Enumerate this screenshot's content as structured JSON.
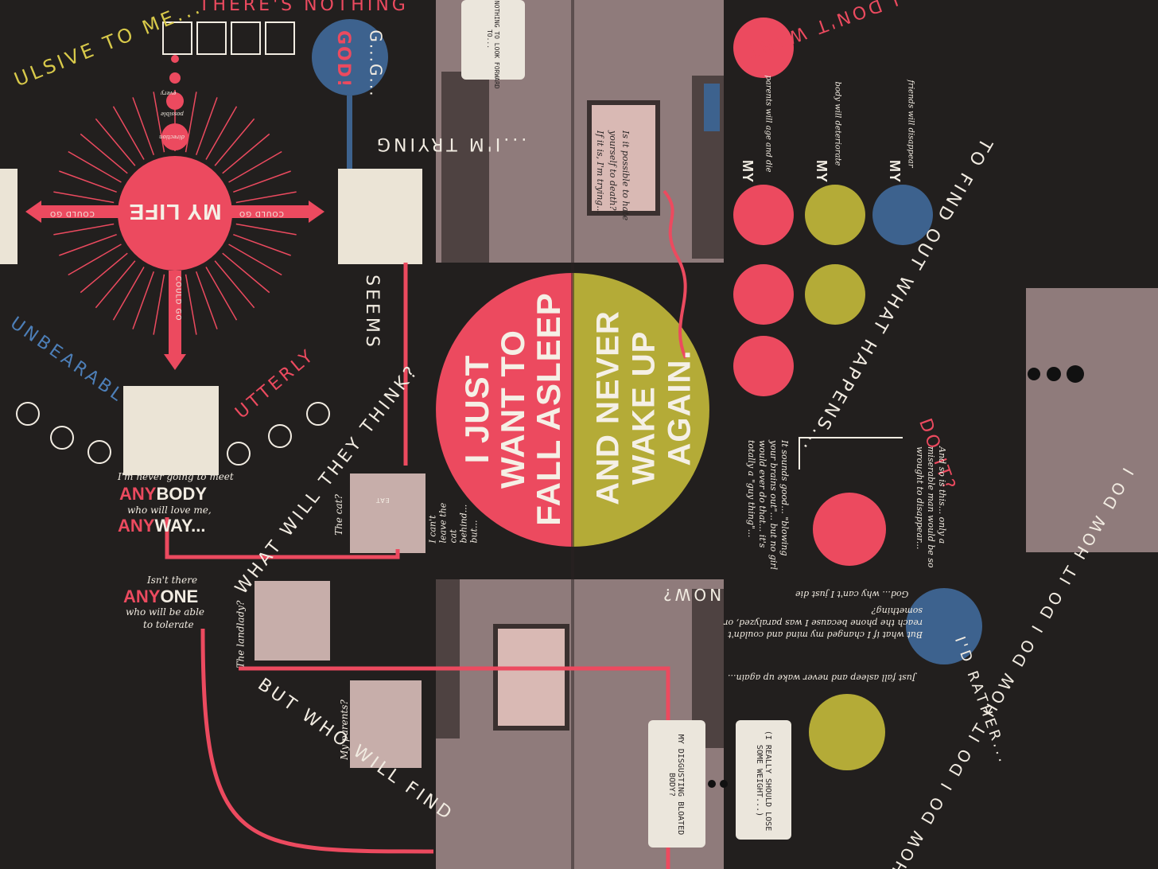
{
  "colors": {
    "background": "#221f1e",
    "red": "#ec4a5f",
    "olive": "#b4ab37",
    "blue": "#3d628e",
    "mauve": "#8f7b7b",
    "cream": "#ebe4d6",
    "white": "#f2ece2",
    "yellow": "#d8c94a"
  },
  "center": {
    "line1": "I JUST",
    "line2": "WANT TO",
    "line3": "FALL ASLEEP",
    "line4": "AND NEVER",
    "line5": "WAKE UP",
    "line6": "AGAIN."
  },
  "arc_text": {
    "top_left": "ULSIVE TO ME...",
    "top_left_b": "THERE'S NOTHING",
    "unbearable": "UNBEARABL",
    "seems": "SEEMS",
    "utterly": "UTTERLY",
    "trying": "...I'M TRYING",
    "what_will_they_think": "WHAT WILL THEY THINK?",
    "but_who_will_find": "BUT WHO WILL FIND",
    "now": "NOW?",
    "i_dont_want": "I DON'T WANT",
    "to_find_out": "TO FIND OUT WHAT HAPPENS...",
    "do_it": "DO IT?",
    "how_do_i": "HOW DO I DO IT HOW DO I DO IT HOW DO I",
    "id_rather": "I'D RATHER..."
  },
  "god_bubble": {
    "line1": "G...G...",
    "line2": "GOD!"
  },
  "mylife": {
    "title": "MY LIFE",
    "could_go_left": "COULD GO",
    "could_go_right": "COULD GO",
    "could_go_bottom": "COULD GO",
    "words": [
      "every",
      "possible",
      "direction"
    ]
  },
  "anybody": {
    "intro": "I'm never going to meet",
    "any": "ANY",
    "body": "BODY",
    "who": "who will love me,",
    "any2": "ANY",
    "way": "WAY..."
  },
  "anyone": {
    "intro": "Isn't there",
    "any": "ANY",
    "one": "ONE",
    "who": "who will be able",
    "tolerate": "to tolerate"
  },
  "labels": {
    "cat": "The cat?",
    "cant_leave": "I can't leave the cat behind... but...",
    "landlady": "The landlady?",
    "parents": "My parents?",
    "eat": "EAT",
    "nothing_box": "...NOTHING TO LOOK FORWARD TO...",
    "bloated": "MY DISGUSTING BLOATED BODY?",
    "lose_weight": "(I REALLY SHOULD LOSE SOME WEIGHT...)",
    "is_it_possible": "Is it possible to hate yourself to death?",
    "trying_note": "If it is, I'm trying..."
  },
  "my_list": {
    "my": "MY",
    "parents": "parents will age and die",
    "body": "body will deteriorate",
    "friends": "friends will disappear"
  },
  "methods": {
    "gun_text": "It sounds good... \"blowing your brains out\"... but no girl would ever do that... it's totally a \"guy thing\"...",
    "god_why": "God... why can't I just die",
    "miserable": "And so is this... only a miserable man would be so wrought to disappear...",
    "rope_text": "But what if I changed my mind and couldn't reach the phone because I was paralyzed, or something?",
    "pills_text": "Just fall asleep and never wake up again..."
  }
}
